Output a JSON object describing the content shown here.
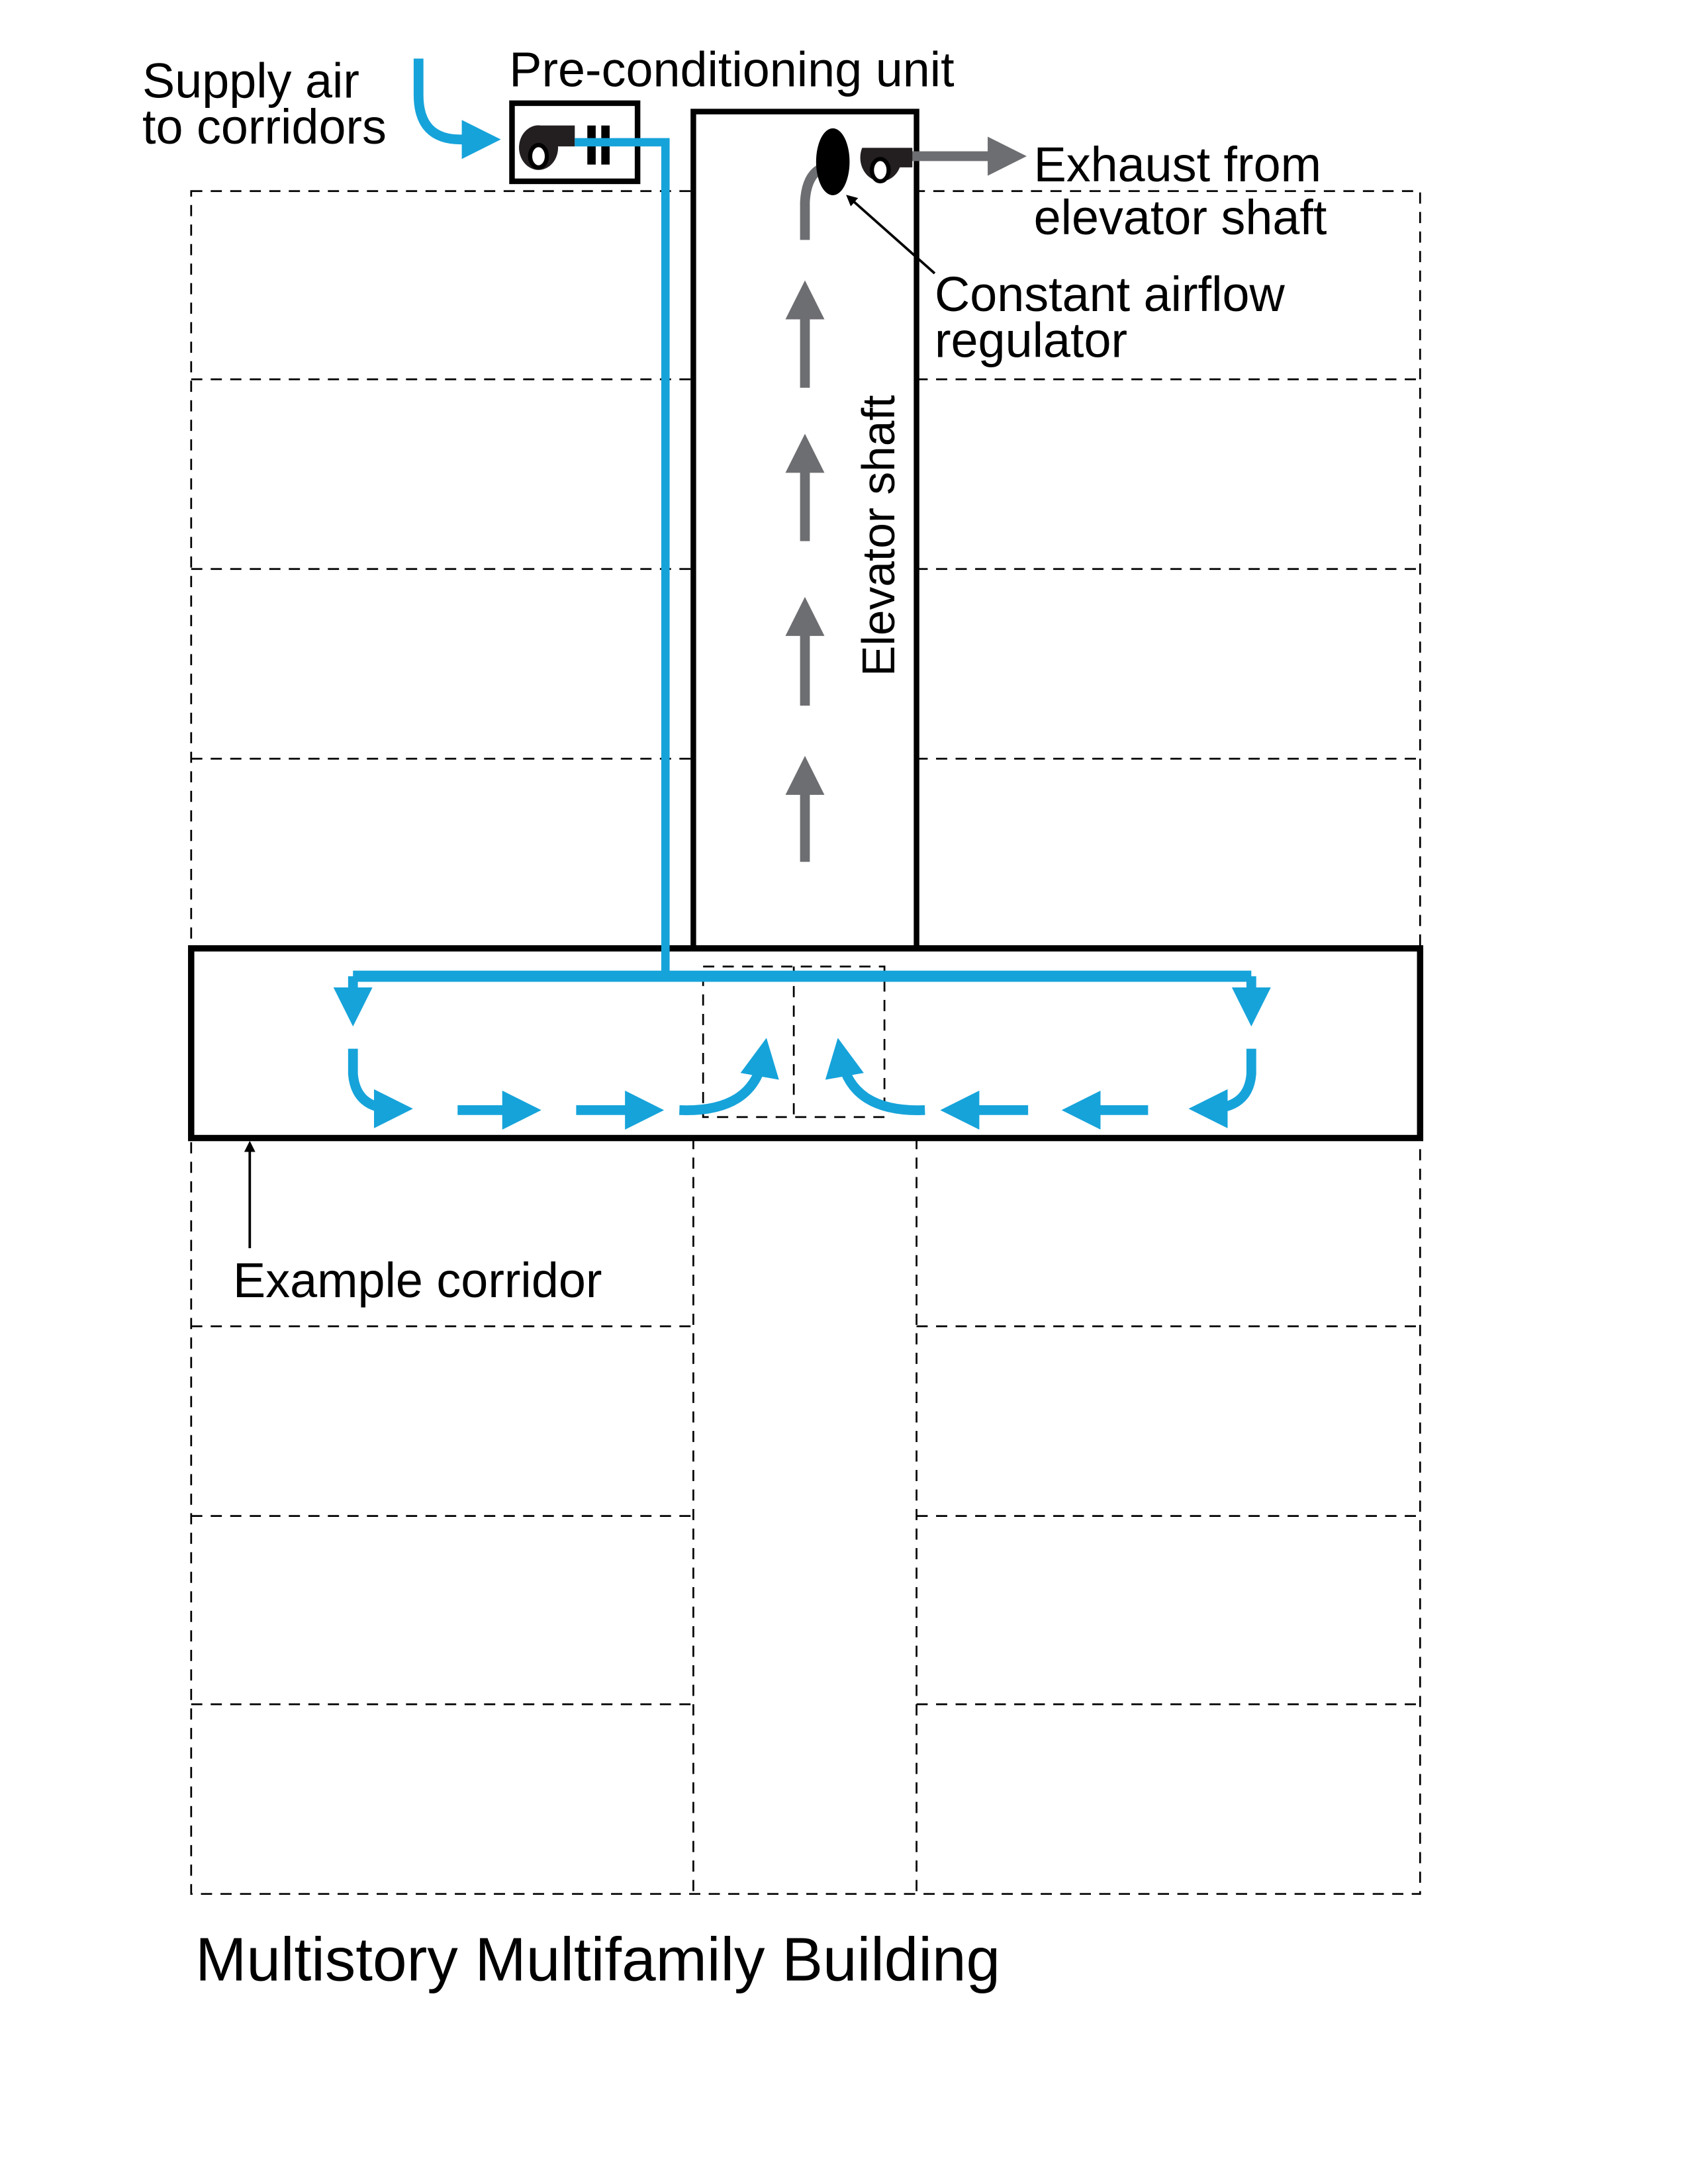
{
  "labels": {
    "supply_air_line1": "Supply air",
    "supply_air_line2": "to corridors",
    "preconditioning_unit": "Pre-conditioning unit",
    "exhaust_line1": "Exhaust from",
    "exhaust_line2": "elevator shaft",
    "regulator_line1": "Constant airflow",
    "regulator_line2": "regulator",
    "elevator_shaft": "Elevator shaft",
    "example_corridor": "Example corridor",
    "title": "Multistory Multifamily Building"
  },
  "colors": {
    "supply_air": "#16a3da",
    "exhaust_air": "#6d6e71",
    "outline": "#000000"
  }
}
